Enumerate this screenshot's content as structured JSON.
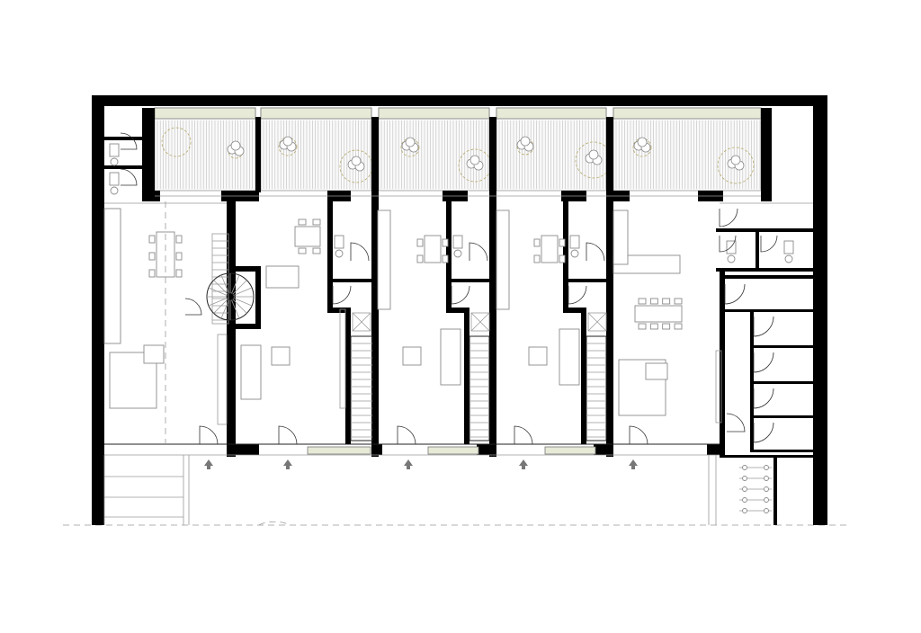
{
  "drawing": {
    "type": "architectural floor plan",
    "units_count": 5,
    "entrance_arrows": 5,
    "colors": {
      "walls": "#000000",
      "lines": "#222222",
      "furniture": "#8a8a8a",
      "glazing": "#e8ead8",
      "tree_outline": "#b6a96a",
      "arrow": "#777777"
    },
    "icons": [
      "spiral-stair",
      "straight-stair",
      "tree",
      "door-swing",
      "entrance-arrow",
      "bicycle-rack"
    ]
  }
}
